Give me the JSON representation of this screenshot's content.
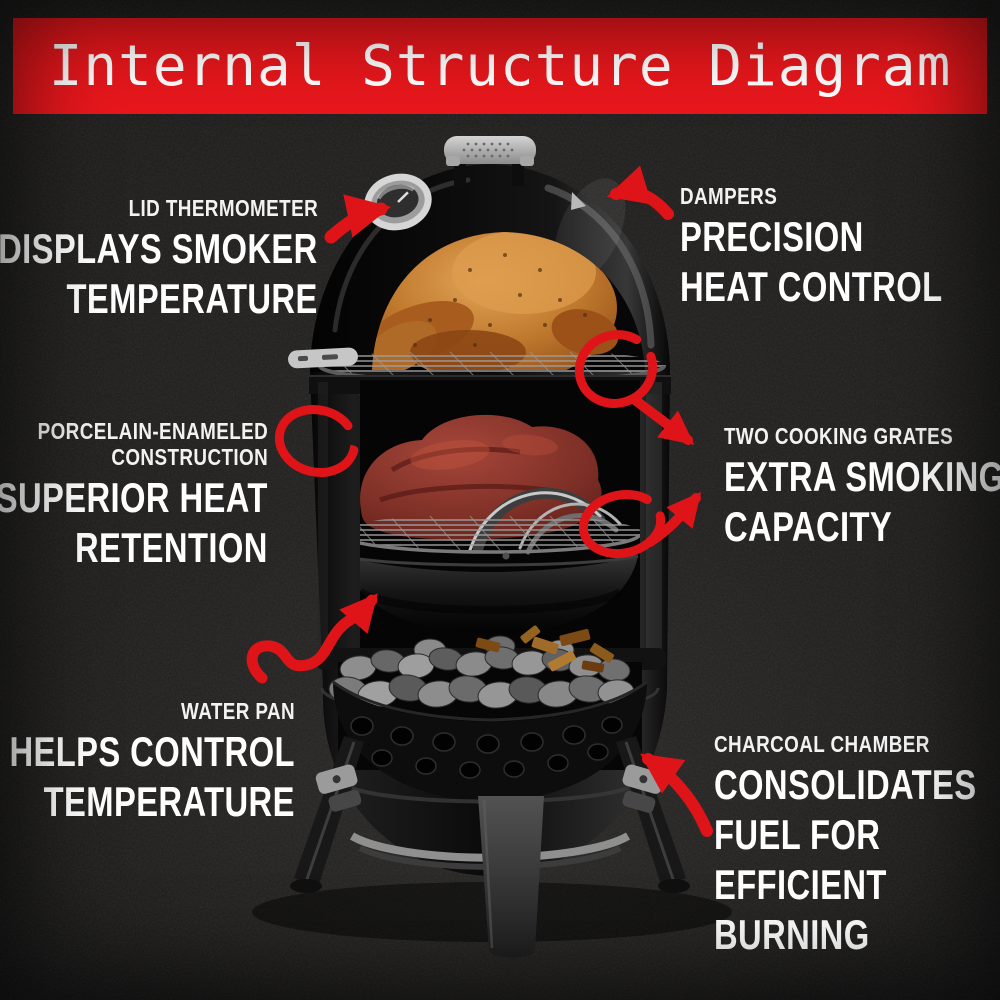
{
  "banner": {
    "title": "Internal Structure Diagram",
    "background_color": "#e8171c",
    "text_color": "#ffffff"
  },
  "colors": {
    "page_background": "#1b1a19",
    "annotation_red": "#df1418",
    "label_text": "#ffffff"
  },
  "callouts": {
    "lid_thermometer": {
      "tag": "LID THERMOMETER",
      "line1": "DISPLAYS SMOKER",
      "line2": "TEMPERATURE"
    },
    "dampers": {
      "tag": "DAMPERS",
      "line1": "PRECISION",
      "line2": "HEAT CONTROL"
    },
    "porcelain_enameled": {
      "tag1": "PORCELAIN-ENAMELED",
      "tag2": "CONSTRUCTION",
      "line1": "SUPERIOR HEAT",
      "line2": "RETENTION"
    },
    "two_cooking_grates": {
      "tag": "TWO COOKING GRATES",
      "line1": "EXTRA SMOKING",
      "line2": "CAPACITY"
    },
    "water_pan": {
      "tag": "WATER PAN",
      "line1": "HELPS CONTROL",
      "line2": "TEMPERATURE"
    },
    "charcoal_chamber": {
      "tag": "CHARCOAL CHAMBER",
      "line1": "CONSOLIDATES",
      "line2": "FUEL FOR",
      "line3": "EFFICIENT",
      "line4": "BURNING"
    }
  },
  "annotations": {
    "icons": [
      "arrow-to-thermometer-icon",
      "arrow-to-damper-icon",
      "circle-top-grate-icon",
      "arrow-top-grate-to-label-icon",
      "circle-mid-grate-icon",
      "arrow-mid-grate-to-label-icon",
      "circle-porcelain-icon",
      "squiggle-arrow-to-water-pan-icon",
      "arrow-to-charcoal-chamber-icon"
    ]
  },
  "illustration": {
    "subject": "bullet charcoal smoker cutaway",
    "parts": [
      "lid",
      "lid handle",
      "lid thermometer",
      "damper",
      "turkey on top grate",
      "top cooking grate",
      "grate handle",
      "ribs in rib rack",
      "lower cooking grate",
      "water pan",
      "charcoal basket",
      "charcoal briquettes",
      "wood chips",
      "legs",
      "base ring"
    ]
  }
}
